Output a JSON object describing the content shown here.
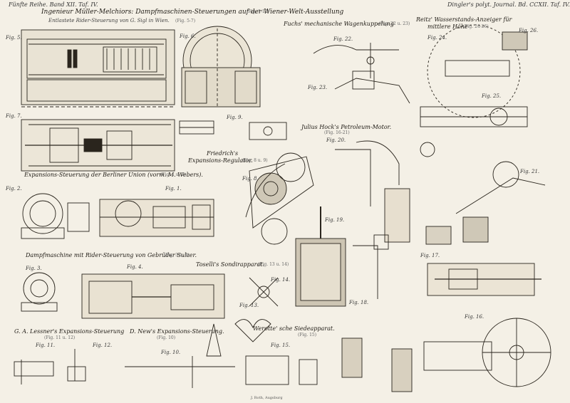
{
  "header": {
    "left": "Fünfte Reihe. Band XII. Taf. IV.",
    "right": "Dingler's polyt. Journal. Bd. CCXII. Taf. IV."
  },
  "titles": {
    "mueller": "Ingenieur Müller-Melchiors: Dampfmaschinen-Steuerungen auf der Wiener-Welt-Ausstellung",
    "rider": "Entlastete Rider-Steuerung von G. Sigl in Wien.",
    "fuchs": "Fuchs' mechanische Wagenkuppelung",
    "reitz1": "Reitz' Wasserstands-Anzeiger für",
    "reitz2": "mittlere Höhe",
    "hock": "Julius Hock's Petroleum-Motor.",
    "friedrich1": "Friedrich's",
    "friedrich2": "Expansions-Regulator.",
    "berliner": "Expansions-Steuerung der Berliner Union (vorm. M. Webers).",
    "sulzer": "Dampfmaschine mit Rider-Steuerung von Gebrüder Sulzer.",
    "toselli": "Toselli's Sondirapparat.",
    "lessner": "G. A. Lessner's Expansions-Steuerung",
    "new": "D. New's Expansions-Steuerung.",
    "werotte": "Werotte' sche Siedeapparat."
  },
  "refs": {
    "mueller": "(Fig. 1-12)",
    "rider": "(Fig. 5-7)",
    "fuchs": "(Fig. 22 u. 23)",
    "reitz": "(Fig. 24-26)",
    "hock": "(Fig. 16-21)",
    "friedrich": "(Fig. 8 u. 9)",
    "berliner": "(Fig. 1 u. 2)",
    "sulzer": "(Fig. 3 u. 4)",
    "toselli": "(Fig. 13 u. 14)",
    "lessner": "(Fig. 11 u. 12)",
    "new": "(Fig. 10)",
    "werotte": "(Fig. 15)"
  },
  "figs": {
    "f5": "Fig. 5.",
    "f6": "Fig. 6.",
    "f7": "Fig. 7.",
    "f9": "Fig. 9.",
    "f2": "Fig. 2.",
    "f1": "Fig. 1.",
    "f8": "Fig. 8.",
    "f3": "Fig. 3.",
    "f4": "Fig. 4.",
    "f11": "Fig. 11.",
    "f12": "Fig. 12.",
    "f10": "Fig. 10.",
    "f22": "Fig. 22.",
    "f23": "Fig. 23.",
    "f26": "Fig. 26.",
    "f24": "Fig. 24.",
    "f25": "Fig. 25.",
    "f20": "Fig. 20.",
    "f21": "Fig. 21.",
    "f19": "Fig. 19.",
    "f18": "Fig. 18.",
    "f17": "Fig. 17.",
    "f14": "Fig. 14.",
    "f13": "Fig. 13.",
    "f15": "Fig. 15.",
    "f16": "Fig. 16."
  },
  "footer": {
    "printer": "J. Roth, Augsburg"
  }
}
